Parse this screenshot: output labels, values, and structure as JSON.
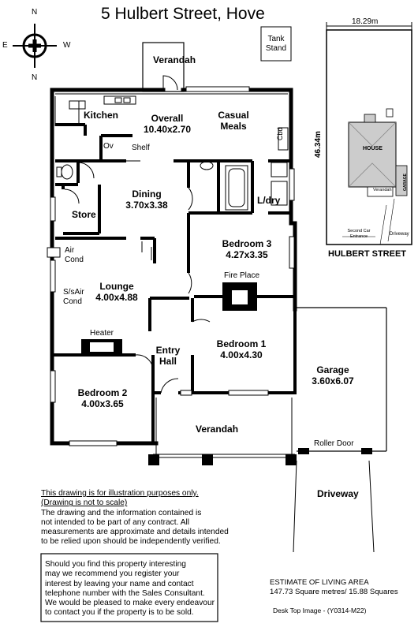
{
  "title": "5 Hulbert Street, Hove",
  "compass": {
    "n_top": "N",
    "n_bottom": "N",
    "east": "E",
    "west": "W"
  },
  "rooms": {
    "verandah_top": "Verandah",
    "kitchen": "Kitchen",
    "overall": "Overall",
    "overall_dims": "10.40x2.70",
    "casual_meals_1": "Casual",
    "casual_meals_2": "Meals",
    "cbd": "Cbd",
    "ov": "Ov",
    "shelf": "Shelf",
    "dining": "Dining",
    "dining_dims": "3.70x3.38",
    "store": "Store",
    "laundry": "L/dry",
    "bedroom3": "Bedroom 3",
    "bedroom3_dims": "4.27x3.35",
    "fire_place": "Fire Place",
    "air_cond_1": "Air",
    "air_cond_2": "Cond",
    "lounge": "Lounge",
    "lounge_dims": "4.00x4.88",
    "s_s_air_1": "S/sAir",
    "s_s_air_2": "Cond",
    "heater": "Heater",
    "bedroom1": "Bedroom 1",
    "bedroom1_dims": "4.00x4.30",
    "entry_1": "Entry",
    "entry_2": "Hall",
    "bedroom2": "Bedroom 2",
    "bedroom2_dims": "4.00x3.65",
    "garage": "Garage",
    "garage_dims": "3.60x6.07",
    "verandah_bottom": "Verandah",
    "roller_door": "Roller Door",
    "driveway": "Driveway",
    "tank_stand_1": "Tank",
    "tank_stand_2": "Stand"
  },
  "site_plan": {
    "width": "18.29m",
    "depth": "46.34m",
    "house": "HOUSE",
    "verandah": "Verandah",
    "garage": "GARAGE",
    "second_car_1": "Second Car",
    "second_car_2": "Entrance",
    "driveway": "Driveway",
    "street": "HULBERT STREET"
  },
  "disclaimer": {
    "line1": "This drawing is for illustration purposes only.",
    "line2": "(Drawing is not to scale)",
    "line3": "The drawing and the information contained is",
    "line4": "not intended to be part of any contract.  All",
    "line5": "measurements are approximate and details intended",
    "line6": "to be relied upon should be independently verified."
  },
  "contact": {
    "line1": "Should you find this property interesting",
    "line2": "may we recommend you register your",
    "line3": "interest by leaving your name and contact",
    "line4": "telephone number with the Sales Consultant.",
    "line5": "We would be pleased to make every endeavour",
    "line6": "to contact you if the property is to be sold."
  },
  "estimate": {
    "heading": "ESTIMATE OF LIVING AREA",
    "value": "147.73 Square metres/  15.88 Squares"
  },
  "footer": "Desk Top Image - (Y0314-M22)"
}
